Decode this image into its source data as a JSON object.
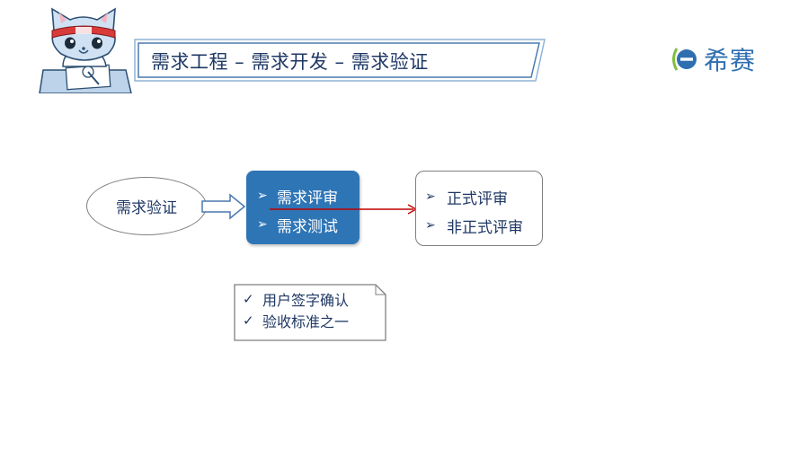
{
  "header": {
    "title": "需求工程 – 需求开发 – 需求验证"
  },
  "brand": {
    "name": "希赛",
    "mark_icon": "e-circle-icon"
  },
  "diagram": {
    "start": "需求验证",
    "activities": [
      "需求评审",
      "需求测试"
    ],
    "review_types": [
      "正式评审",
      "非正式评审"
    ],
    "note_lines": [
      "用户签字确认",
      "验收标准之一"
    ]
  },
  "colors": {
    "activity_fill": "#2e75b6",
    "connector": "#c00000",
    "text": "#1f3864",
    "brand": "#2f6fb0"
  }
}
